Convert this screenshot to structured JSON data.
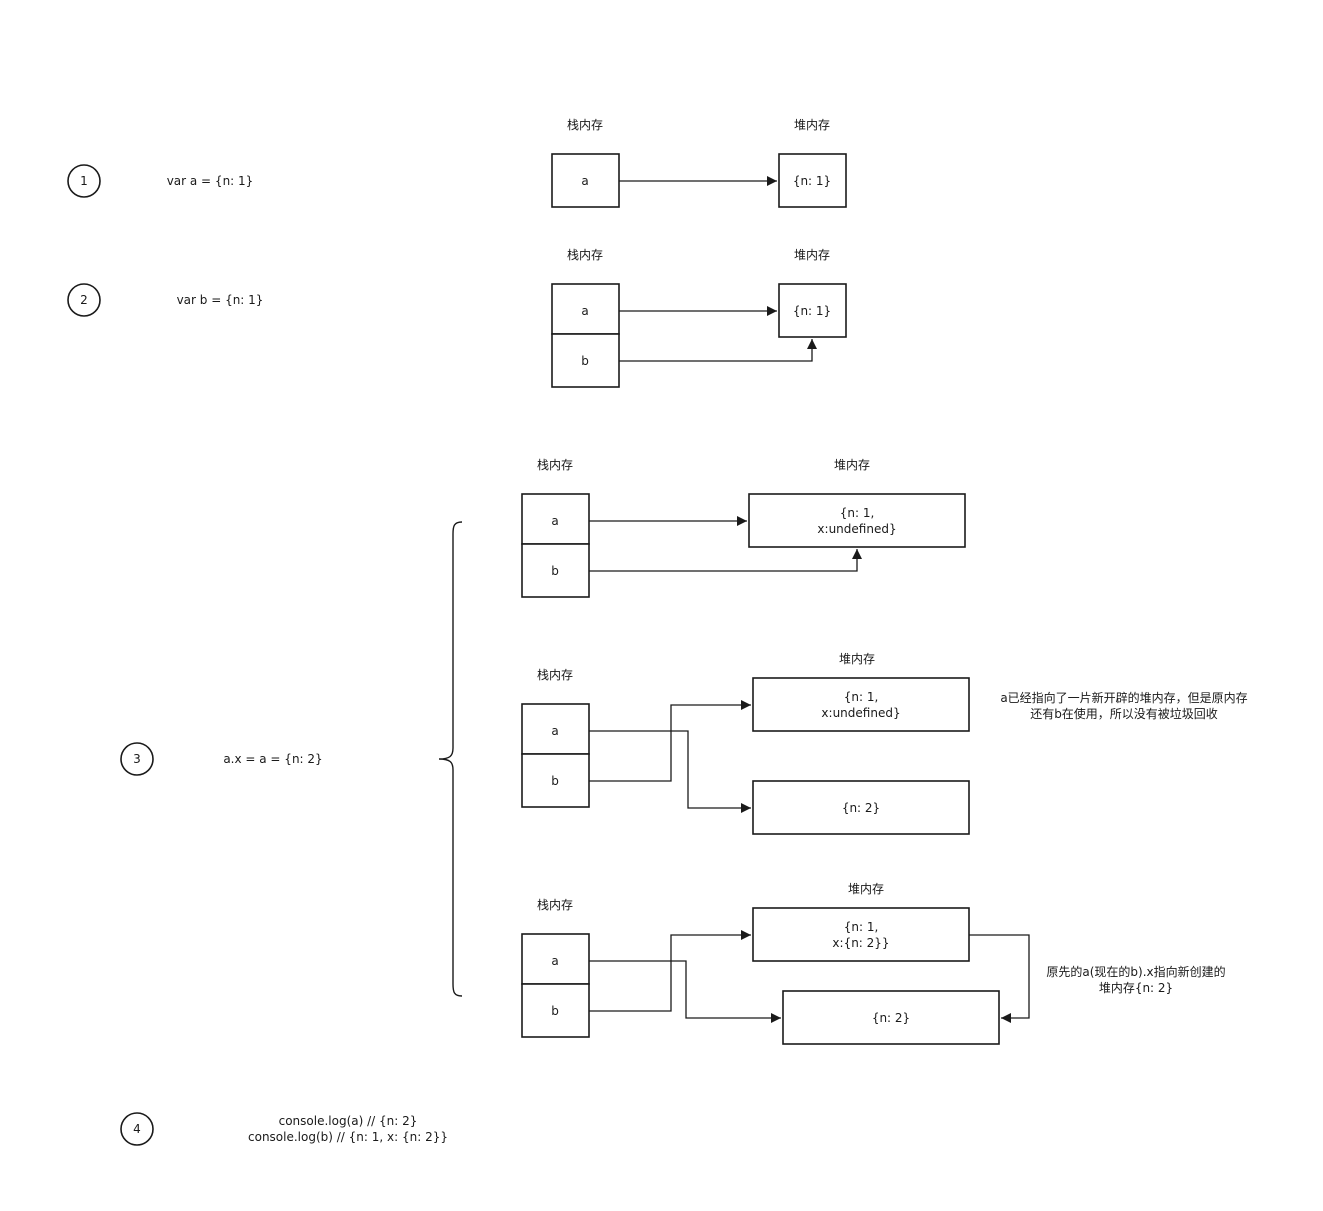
{
  "labels": {
    "stack": "栈内存",
    "heap": "堆内存"
  },
  "steps": [
    {
      "num": "1",
      "code": [
        "var a = {n: 1}"
      ]
    },
    {
      "num": "2",
      "code": [
        "var b = {n: 1}"
      ]
    },
    {
      "num": "3",
      "code": [
        "a.x = a = {n: 2}"
      ]
    },
    {
      "num": "4",
      "code": [
        "console.log(a) // {n: 2}",
        "console.log(b) // {n: 1, x: {n: 2}}"
      ]
    }
  ],
  "diagrams": {
    "d1": {
      "stack_vars": [
        "a"
      ],
      "heap": [
        [
          "{n: 1}"
        ]
      ]
    },
    "d2": {
      "stack_vars": [
        "a",
        "b"
      ],
      "heap": [
        [
          "{n: 1}"
        ]
      ]
    },
    "d3a": {
      "stack_vars": [
        "a",
        "b"
      ],
      "heap": [
        [
          "{n: 1,",
          "x:undefined}"
        ]
      ]
    },
    "d3b": {
      "stack_vars": [
        "a",
        "b"
      ],
      "heap": [
        [
          "{n: 1,",
          "x:undefined}"
        ],
        [
          "{n: 2}"
        ]
      ],
      "note": [
        "a已经指向了一片新开辟的堆内存，但是原内存",
        "还有b在使用，所以没有被垃圾回收"
      ]
    },
    "d3c": {
      "stack_vars": [
        "a",
        "b"
      ],
      "heap": [
        [
          "{n: 1,",
          "x:{n: 2}}"
        ],
        [
          "{n: 2}"
        ]
      ],
      "note": [
        "原先的a(现在的b).x指向新创建的",
        "堆内存{n: 2}"
      ]
    }
  }
}
